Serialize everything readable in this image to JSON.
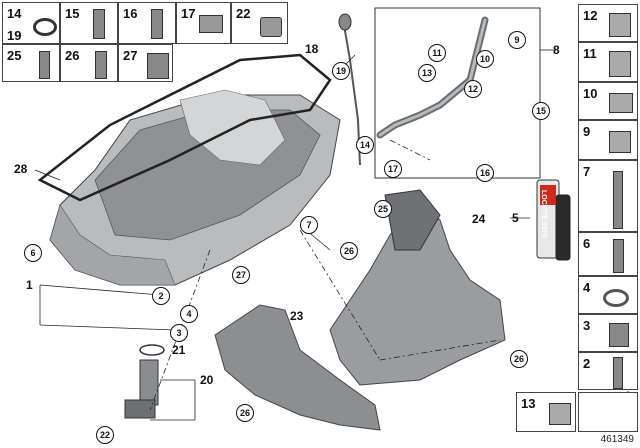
{
  "grid_top": [
    {
      "id": "g14",
      "label": "14",
      "sub": "19"
    },
    {
      "id": "g15",
      "label": "15"
    },
    {
      "id": "g16",
      "label": "16"
    },
    {
      "id": "g17",
      "label": "17"
    },
    {
      "id": "g22",
      "label": "22"
    },
    {
      "id": "g25",
      "label": "25"
    },
    {
      "id": "g26",
      "label": "26"
    },
    {
      "id": "g27",
      "label": "27"
    }
  ],
  "grid_right": [
    {
      "id": "r12",
      "label": "12"
    },
    {
      "id": "r11",
      "label": "11"
    },
    {
      "id": "r10",
      "label": "10"
    },
    {
      "id": "r9",
      "label": "9"
    },
    {
      "id": "r7",
      "label": "7"
    },
    {
      "id": "r6",
      "label": "6"
    },
    {
      "id": "r4",
      "label": "4"
    },
    {
      "id": "r3",
      "label": "3"
    },
    {
      "id": "r2",
      "label": "2"
    },
    {
      "id": "r13",
      "label": "13"
    }
  ],
  "callouts": {
    "c28": "28",
    "c1": "1",
    "c2": "2",
    "c3": "3",
    "c4": "4",
    "c6": "6",
    "c7": "7",
    "c8": "8",
    "c9": "9",
    "c10": "10",
    "c11": "11",
    "c12": "12",
    "c13": "13",
    "c14": "14",
    "c15": "15",
    "c16": "16",
    "c17": "17",
    "c18": "18",
    "c19": "19",
    "c20": "20",
    "c21": "21",
    "c22": "22",
    "c23": "23",
    "c24": "24",
    "c25": "25",
    "c26a": "26",
    "c26b": "26",
    "c26c": "26",
    "c27": "27",
    "c5": "5"
  },
  "tube_label": "LOCTITE 5970",
  "doc_number": "461349"
}
